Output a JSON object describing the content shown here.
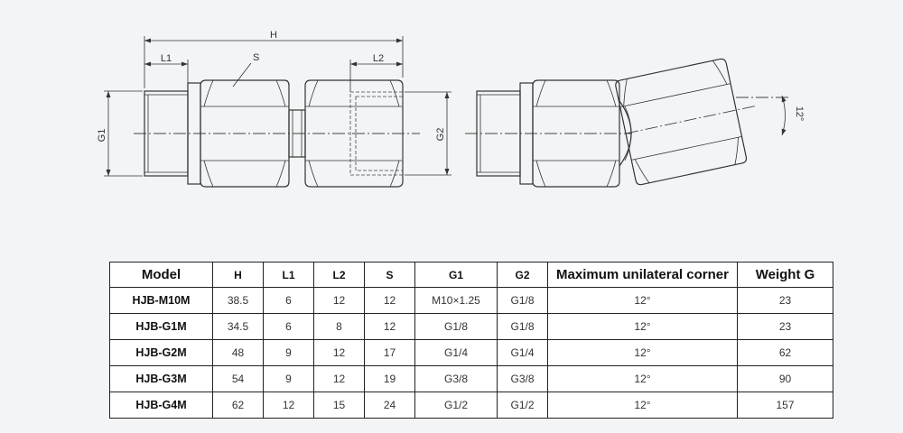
{
  "drawing": {
    "labels": {
      "H": "H",
      "L1": "L1",
      "L2": "L2",
      "S": "S",
      "G1": "G1",
      "G2": "G2",
      "angle": "12°"
    }
  },
  "table": {
    "headers": [
      "Model",
      "H",
      "L1",
      "L2",
      "S",
      "G1",
      "G2",
      "Maximum unilateral corner",
      "Weight G"
    ],
    "rows": [
      [
        "HJB-M10M",
        "38.5",
        "6",
        "12",
        "12",
        "M10×1.25",
        "G1/8",
        "12°",
        "23"
      ],
      [
        "HJB-G1M",
        "34.5",
        "6",
        "8",
        "12",
        "G1/8",
        "G1/8",
        "12°",
        "23"
      ],
      [
        "HJB-G2M",
        "48",
        "9",
        "12",
        "17",
        "G1/4",
        "G1/4",
        "12°",
        "62"
      ],
      [
        "HJB-G3M",
        "54",
        "9",
        "12",
        "19",
        "G3/8",
        "G3/8",
        "12°",
        "90"
      ],
      [
        "HJB-G4M",
        "62",
        "12",
        "15",
        "24",
        "G1/2",
        "G1/2",
        "12°",
        "157"
      ]
    ]
  }
}
